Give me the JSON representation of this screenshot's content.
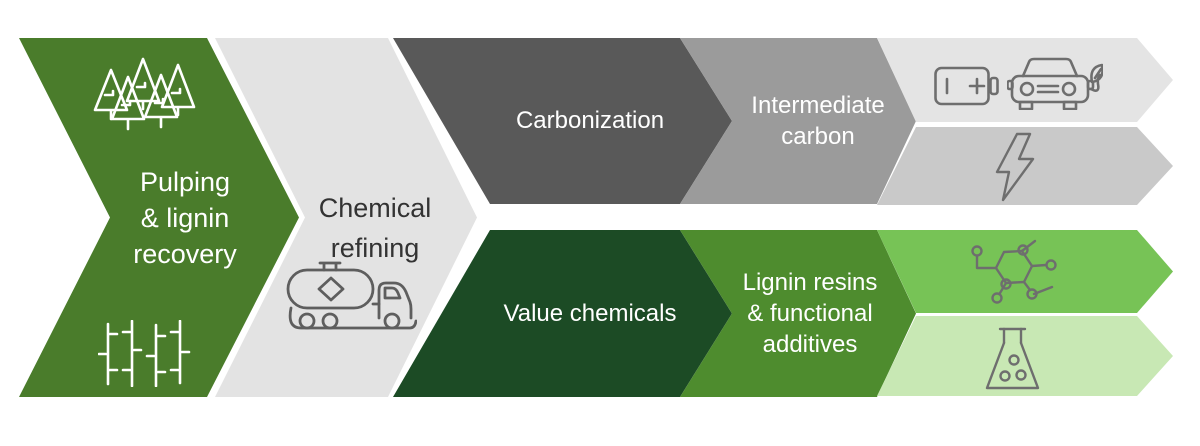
{
  "stages": {
    "pulping": {
      "label": "Pulping\n& lignin\nrecovery",
      "fill": "#4A7C2B",
      "text_color": "#FFFFFF",
      "icons": [
        "forest-trees-icon",
        "cane-stalks-icon"
      ]
    },
    "chemical_refining": {
      "label": "Chemical\nrefining",
      "fill": "#E3E3E3",
      "text_color": "#333333",
      "icons": [
        "tanker-truck-icon"
      ]
    },
    "carbonization": {
      "label": "Carbonization",
      "fill": "#595959",
      "text_color": "#FFFFFF"
    },
    "intermediate_carbon": {
      "label": "Intermediate\ncarbon",
      "fill": "#9B9B9B",
      "text_color": "#FFFFFF"
    },
    "value_chemicals": {
      "label": "Value chemicals",
      "fill": "#1C4B25",
      "text_color": "#FFFFFF"
    },
    "lignin_resins": {
      "label": "Lignin resins\n& functional\nadditives",
      "fill": "#4E8C2E",
      "text_color": "#FFFFFF"
    }
  },
  "output_bands": {
    "battery_mobility": {
      "fill": "#E4E4E4",
      "icons": [
        "battery-icon",
        "electric-car-leaf-icon"
      ]
    },
    "electricity": {
      "fill": "#C9C9C9",
      "icons": [
        "lightning-bolt-icon"
      ]
    },
    "polymer_materials": {
      "fill": "#77C356",
      "icons": [
        "molecule-icon"
      ]
    },
    "lab_chemicals": {
      "fill": "#C8E8B4",
      "icons": [
        "flask-icon"
      ]
    }
  },
  "icon_colors": {
    "white_icon_stroke": "#FFFFFF",
    "gray_icon_stroke": "#6E6E6E",
    "truck_stroke": "#5E5E5E"
  }
}
